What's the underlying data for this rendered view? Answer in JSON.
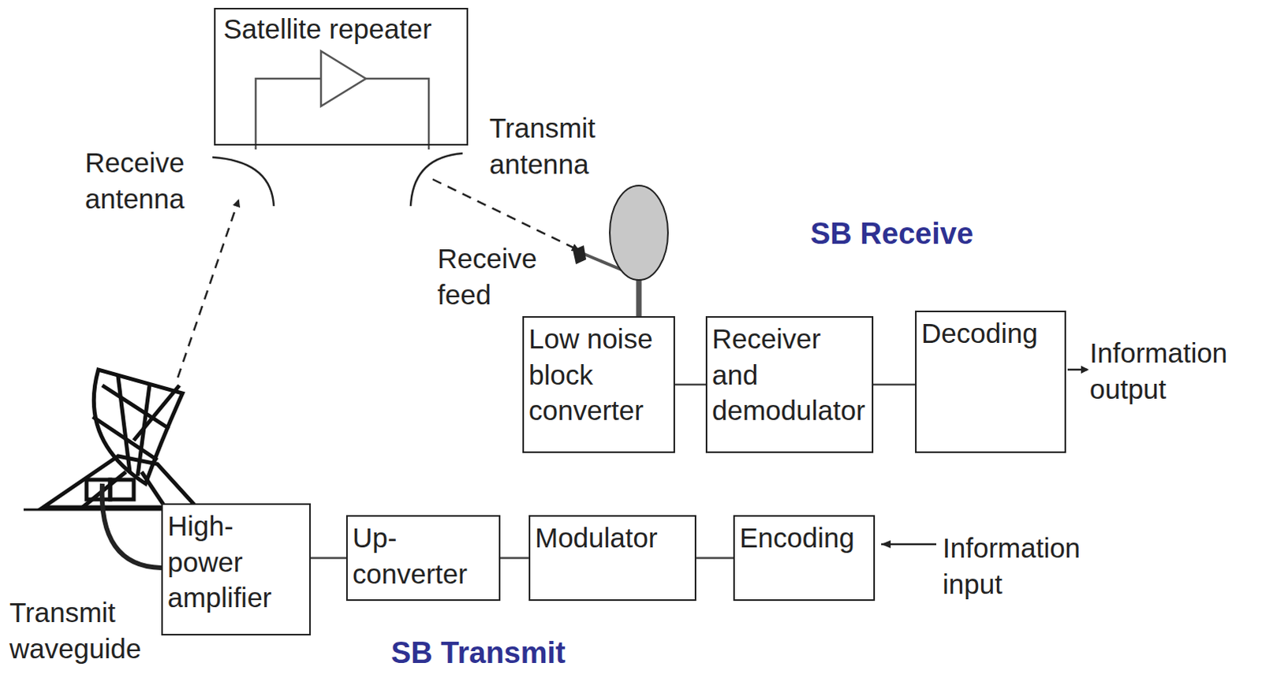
{
  "diagram": {
    "nodes": [
      {
        "text": [
          "Satellite repeater"
        ]
      },
      {
        "text": [
          "Low noise block converter"
        ]
      },
      {
        "text": [
          "Receiver and demodulator"
        ]
      },
      {
        "text": [
          "Decoding"
        ]
      },
      {
        "text": [
          "High-power amplifier"
        ]
      },
      {
        "text": [
          "Up-converter"
        ]
      },
      {
        "text": [
          "Modulator"
        ]
      },
      {
        "text": [
          "Encoding"
        ]
      }
    ],
    "edges": [
      {
        "from": 1,
        "to": 2,
        "arrow": "none"
      },
      {
        "from": 2,
        "to": 3,
        "arrow": "none"
      },
      {
        "from": 4,
        "to": 5,
        "arrow": "none"
      },
      {
        "from": 5,
        "to": 6,
        "arrow": "none"
      },
      {
        "from": 6,
        "to": 7,
        "arrow": "none"
      }
    ],
    "labels": [
      "Receive antenna",
      "Transmit antenna",
      "Receive feed",
      "SB Receive",
      "Information output",
      "Information input",
      "Transmit waveguide",
      "SB Transmit"
    ]
  }
}
